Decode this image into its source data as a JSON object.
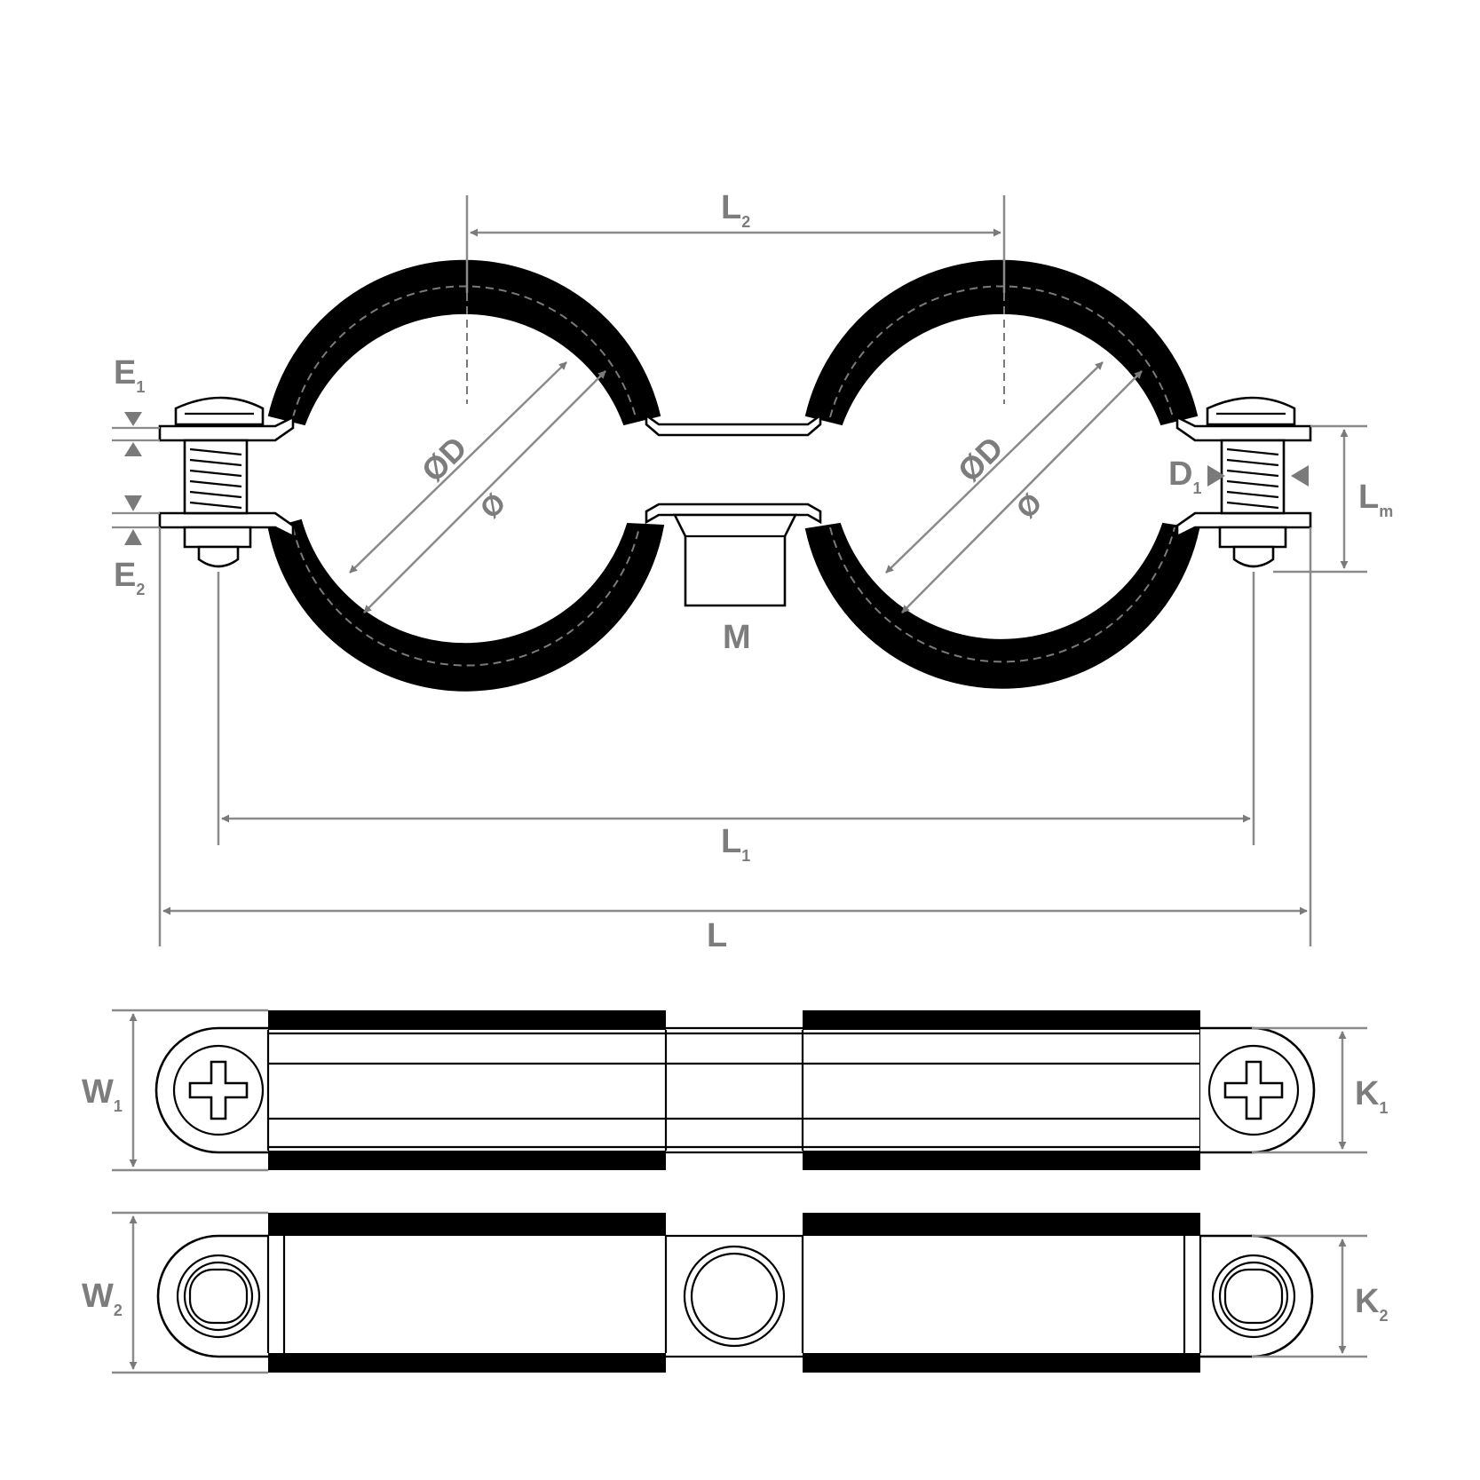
{
  "labels": {
    "L2": {
      "main": "L",
      "sub": "2"
    },
    "L1": {
      "main": "L",
      "sub": "1"
    },
    "L": {
      "main": "L"
    },
    "E1": {
      "main": "E",
      "sub": "1"
    },
    "E2": {
      "main": "E",
      "sub": "2"
    },
    "D1": {
      "main": "D",
      "sub": "1"
    },
    "Lm": {
      "main": "L",
      "sub": "m"
    },
    "M": {
      "main": "M"
    },
    "W1": {
      "main": "W",
      "sub": "1"
    },
    "W2": {
      "main": "W",
      "sub": "2"
    },
    "K1": {
      "main": "K",
      "sub": "1"
    },
    "K2": {
      "main": "K",
      "sub": "2"
    },
    "diameterOuter": "ØD",
    "diameterInner": "Ø"
  },
  "colors": {
    "ink": "#000000",
    "dimension": "#8a8a8a",
    "dimensionText": "#7d7d7d",
    "background": "#ffffff"
  },
  "icons": {
    "screwHead": "phillips-screw-head-icon",
    "nutRing": "round-nut-icon"
  }
}
